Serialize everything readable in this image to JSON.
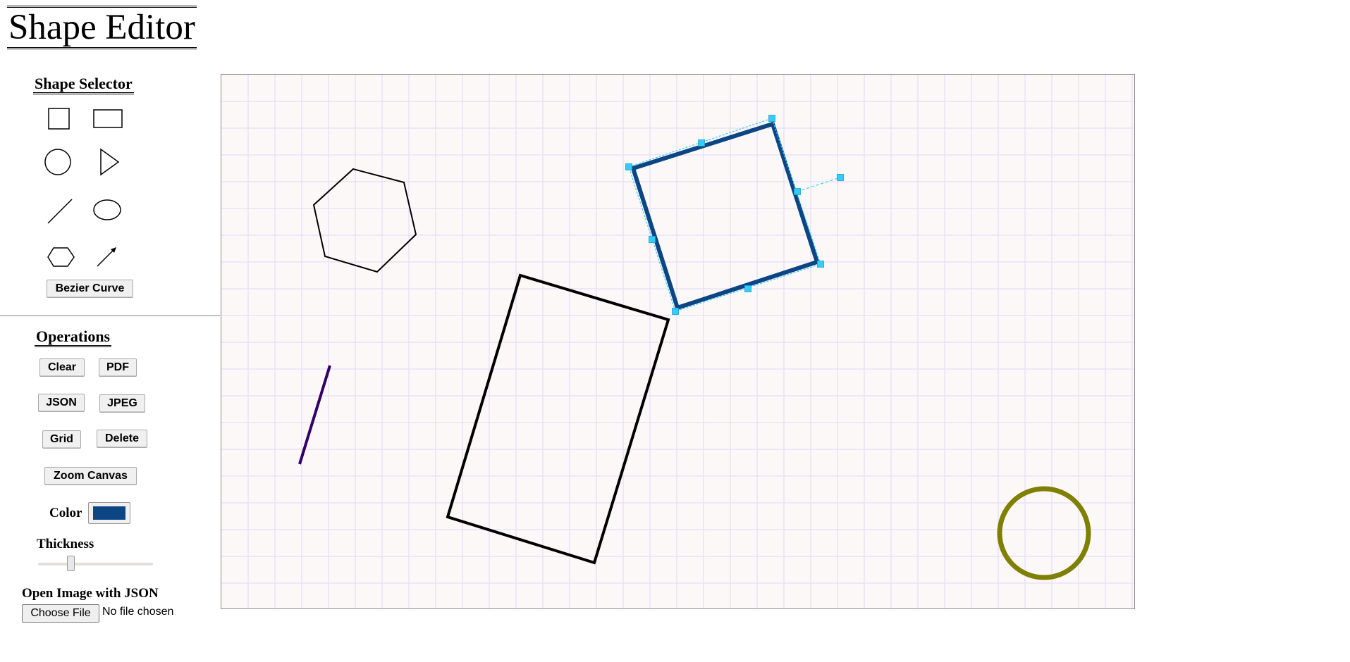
{
  "app": {
    "title": "Shape Editor"
  },
  "shape_selector": {
    "title": "Shape Selector",
    "shapes": [
      "square-icon",
      "rectangle-icon",
      "circle-icon",
      "triangle-icon",
      "line-icon",
      "ellipse-icon",
      "hexagon-icon",
      "arrow-icon"
    ],
    "bezier_label": "Bezier Curve"
  },
  "operations": {
    "title": "Operations",
    "clear_label": "Clear",
    "pdf_label": "PDF",
    "json_label": "JSON",
    "jpeg_label": "JPEG",
    "grid_label": "Grid",
    "delete_label": "Delete",
    "zoom_label": "Zoom Canvas",
    "color_label": "Color",
    "color_value": "#0b4584",
    "thickness_label": "Thickness",
    "thickness_level": 0.27,
    "open_json_label": "Open Image with JSON",
    "file_button_label": "Choose File",
    "file_status": "No file chosen"
  },
  "canvas": {
    "background": "#fdf8f8",
    "grid_color": "#e8e2f6",
    "grid_on": true,
    "shapes": [
      {
        "kind": "hexagon",
        "stroke": "#000000"
      },
      {
        "kind": "line",
        "stroke": "#330066"
      },
      {
        "kind": "rectangle",
        "stroke": "#000000"
      },
      {
        "kind": "square",
        "stroke": "#0b4584",
        "selected": true
      },
      {
        "kind": "circle",
        "stroke": "#7f7f00"
      }
    ],
    "selection_handle_color": "#33ccff"
  }
}
